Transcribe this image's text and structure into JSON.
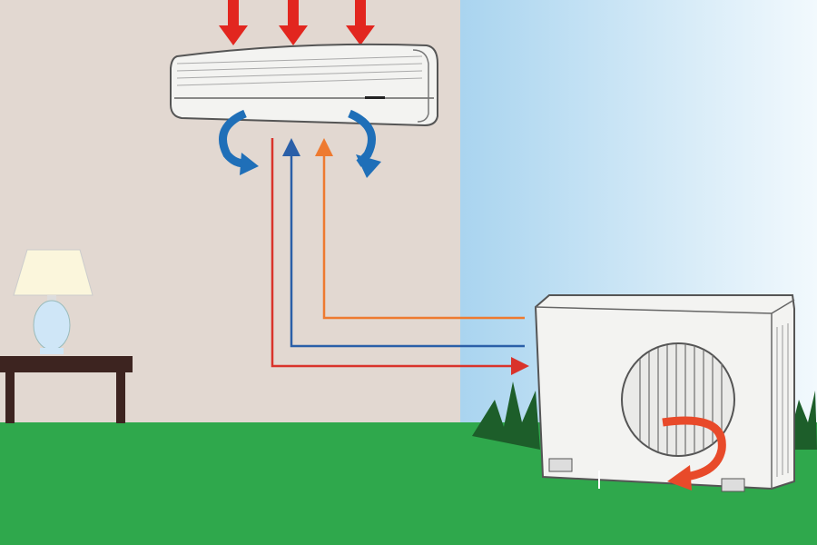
{
  "title": "",
  "colors": {
    "wall": "#e2d8d1",
    "sky_top": "#a9d4ef",
    "sky_bottom": "#f2f9fd",
    "ground": "#2fa84c",
    "hot_arrow": "#e2261f",
    "cool_arrow": "#1f6fb8",
    "pipe_red": "#d9332b",
    "pipe_blue": "#2a5fa8",
    "pipe_orange": "#ee7a30",
    "unit": "#f3f3f1"
  },
  "parts": [
    "indoor-unit",
    "outdoor-unit",
    "refrigerant-pipes",
    "lamp",
    "side-table",
    "bushes"
  ]
}
